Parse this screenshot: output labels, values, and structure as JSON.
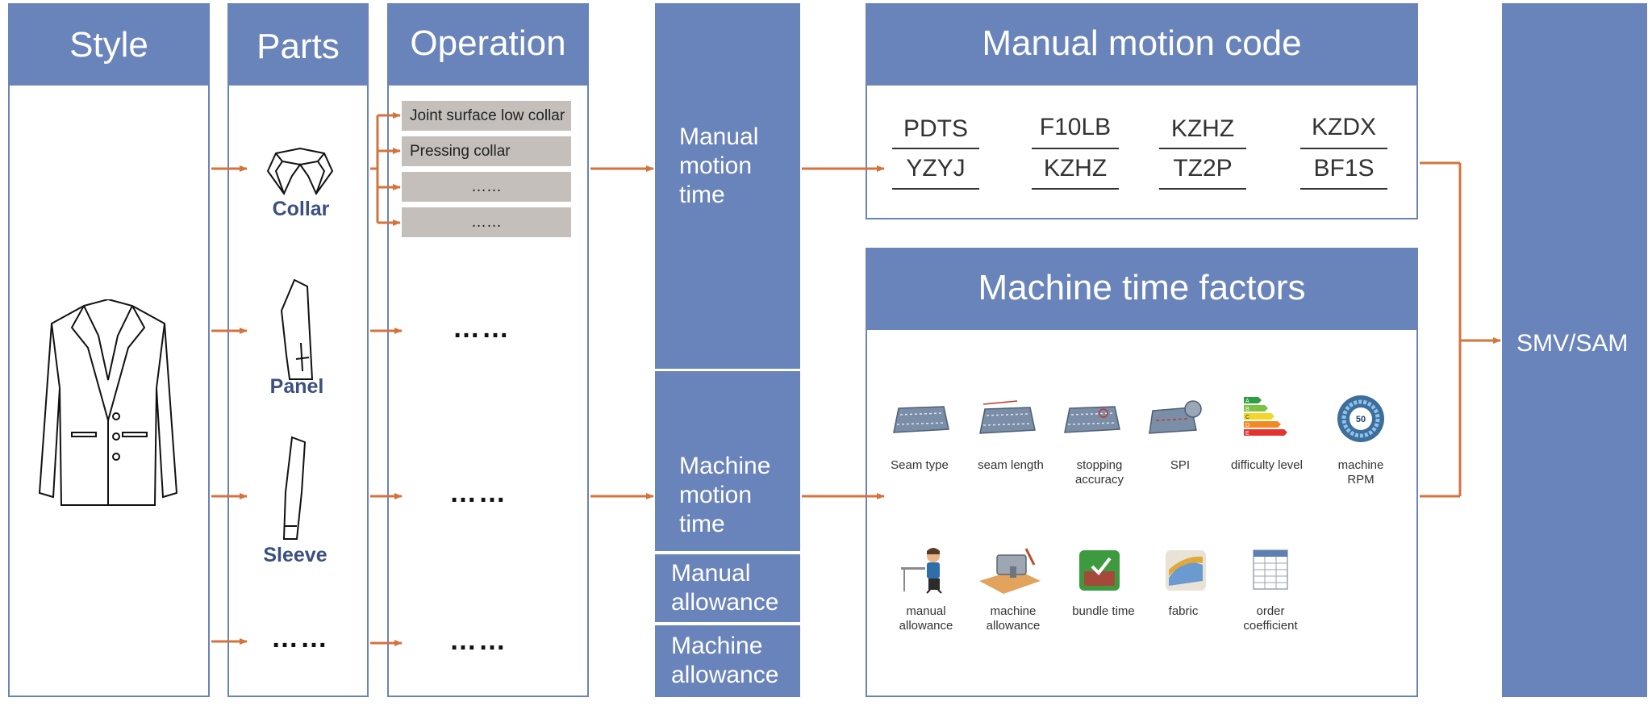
{
  "columns": {
    "style": {
      "header": "Style"
    },
    "parts": {
      "header": "Parts"
    },
    "operation": {
      "header": "Operation"
    }
  },
  "parts": {
    "collar": "Collar",
    "panel": "Panel",
    "sleeve": "Sleeve",
    "more": "……"
  },
  "operations": {
    "items": [
      "Joint surface low collar",
      "Pressing collar",
      "……",
      "……"
    ],
    "panel_more": "……",
    "sleeve_more": "……",
    "more_more": "……"
  },
  "time_blocks": {
    "manual_motion_time": "Manual motion time",
    "machine_motion_time": "Machine motion time",
    "manual_allowance": "Manual allowance",
    "machine_allowance": "Machine allowance"
  },
  "manual_motion_code": {
    "header": "Manual motion code",
    "codes_top": [
      "PDTS",
      "F10LB",
      "KZHZ",
      "KZDX"
    ],
    "codes_bottom": [
      "YZYJ",
      "KZHZ",
      "TZ2P",
      "BF1S"
    ]
  },
  "machine_time_factors": {
    "header": "Machine time factors",
    "row1": [
      {
        "label": "Seam type",
        "icon": "seam-type-icon"
      },
      {
        "label": "seam length",
        "icon": "seam-length-icon"
      },
      {
        "label": "stopping accuracy",
        "icon": "stopping-accuracy-icon"
      },
      {
        "label": "SPI",
        "icon": "spi-icon"
      },
      {
        "label": "difficulty level",
        "icon": "difficulty-level-icon"
      },
      {
        "label": "machine RPM",
        "icon": "machine-rpm-icon"
      }
    ],
    "row2": [
      {
        "label": "manual allowance",
        "icon": "manual-allowance-icon"
      },
      {
        "label": "machine allowance",
        "icon": "machine-allowance-icon"
      },
      {
        "label": "bundle time",
        "icon": "bundle-time-icon"
      },
      {
        "label": "fabric",
        "icon": "fabric-icon"
      },
      {
        "label": "order coefficient",
        "icon": "order-coefficient-icon"
      }
    ],
    "difficulty_letters": [
      "A",
      "B",
      "C",
      "D",
      "E"
    ],
    "rpm_value": "50"
  },
  "result": {
    "label": "SMV/SAM"
  },
  "colors": {
    "block_blue": "#6983bb",
    "arrow_orange": "#d4733c",
    "op_gray": "#c4bfbb"
  }
}
